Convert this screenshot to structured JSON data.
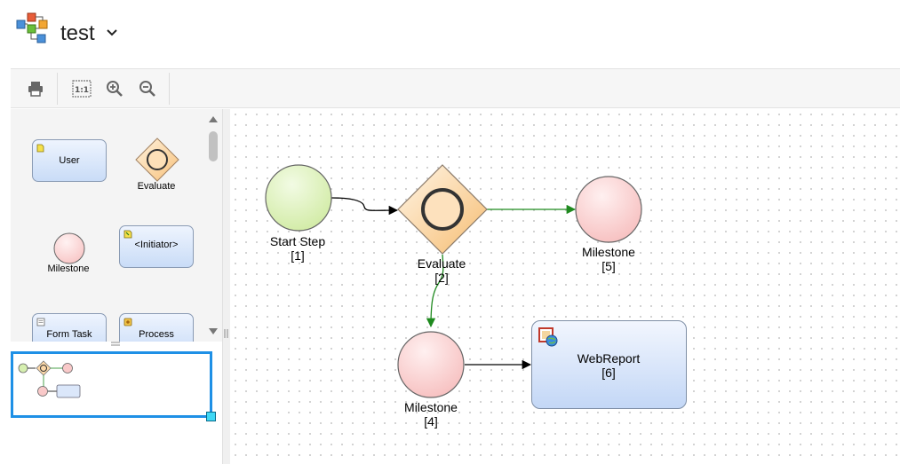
{
  "app": {
    "title": "test"
  },
  "toolbar": {
    "buttons": [
      {
        "icon": "print-icon"
      },
      {
        "icon": "actual-size-icon",
        "text": "1:1"
      },
      {
        "icon": "zoom-in-icon"
      },
      {
        "icon": "zoom-out-icon"
      }
    ]
  },
  "palette": {
    "items": [
      {
        "label": "User",
        "kind": "task"
      },
      {
        "label": "Evaluate",
        "kind": "gateway"
      },
      {
        "label": "Milestone",
        "kind": "milestone"
      },
      {
        "label": "<Initiator>",
        "kind": "task"
      },
      {
        "label": "Form Task",
        "kind": "task"
      },
      {
        "label": "Process",
        "kind": "task"
      }
    ]
  },
  "diagram": {
    "nodes": [
      {
        "name": "Start Step",
        "id": "[1]"
      },
      {
        "name": "Evaluate",
        "id": "[2]"
      },
      {
        "name": "Milestone",
        "id": "[5]"
      },
      {
        "name": "Milestone",
        "id": "[4]"
      },
      {
        "name": "WebReport",
        "id": "[6]"
      }
    ]
  },
  "colors": {
    "start_fill": "#d6efb0",
    "milestone_fill": "#f9c9c9",
    "gateway_fill": "#fcd8a8",
    "task_fill": "#c3d7f6",
    "green_connector": "#1f8a1f",
    "black_connector": "#000000",
    "overview_frame": "#1e90e6"
  }
}
